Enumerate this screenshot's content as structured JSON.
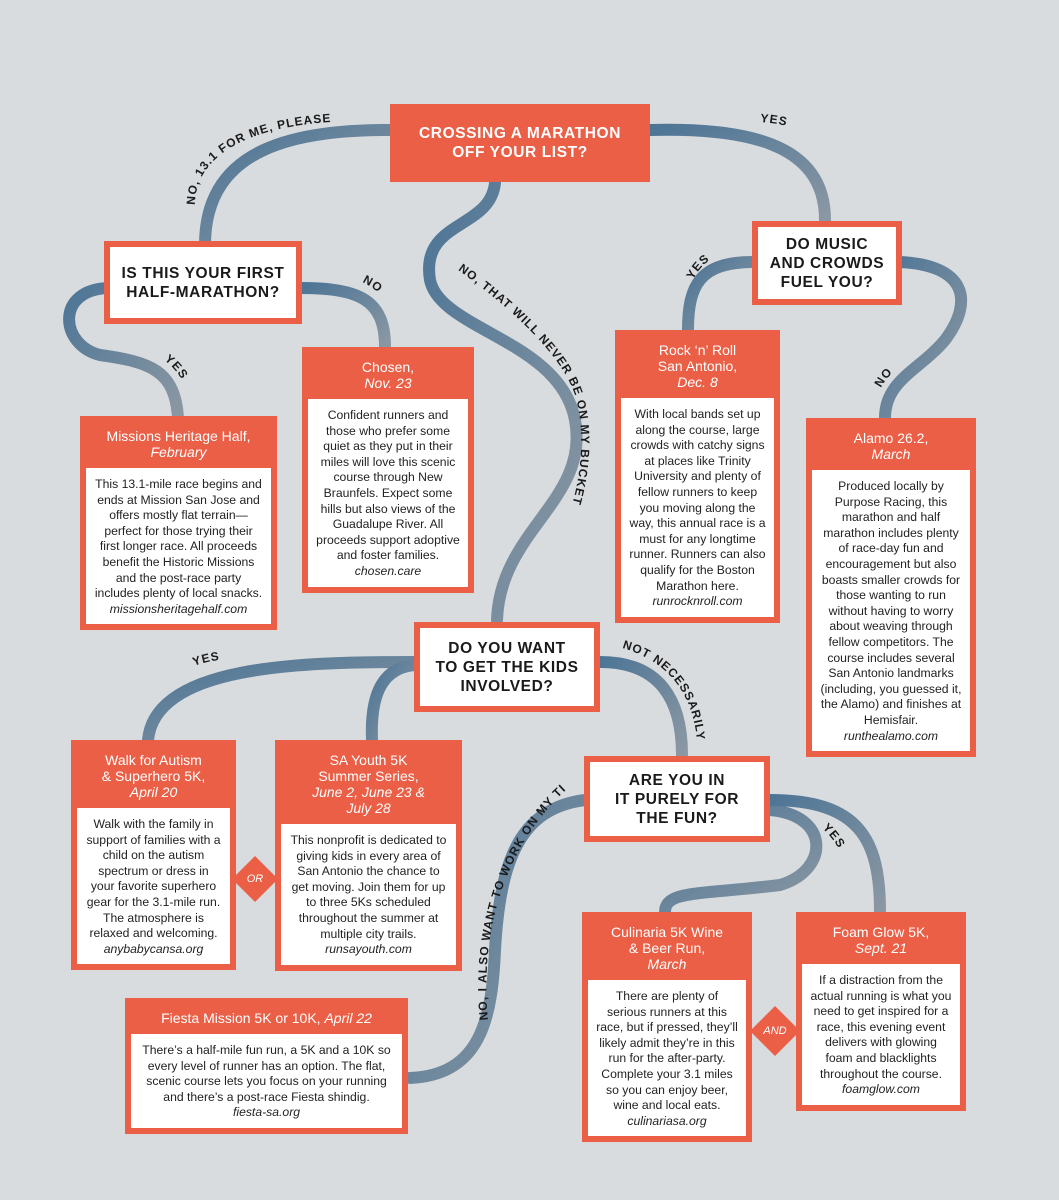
{
  "questions": {
    "marathon": "CROSSING A MARATHON\nOFF YOUR LIST?",
    "first_half": "IS THIS YOUR FIRST\nHALF-MARATHON?",
    "music": "DO MUSIC\nAND CROWDS\nFUEL YOU?",
    "kids": "DO YOU WANT\nTO GET THE KIDS\nINVOLVED?",
    "fun": "ARE YOU IN\nIT PURELY FOR\nTHE FUN?"
  },
  "path_labels": {
    "no_13_1": "NO, 13.1 FOR ME, PLEASE",
    "yes_marathon": "YES",
    "no_never": "NO, THAT WILL NEVER BE ON MY BUCKET LIST",
    "no_first": "NO",
    "yes_first": "YES",
    "yes_music": "YES",
    "no_music": "NO",
    "yes_kids": "YES",
    "not_necessarily": "NOT NECESSARILY",
    "no_work": "NO, I ALSO WANT TO WORK ON MY TIME",
    "yes_fun": "YES"
  },
  "races": {
    "missions": {
      "name": "Missions Heritage Half,",
      "when": "February",
      "desc": "This 13.1-mile race begins and ends at Mission San Jose and offers mostly flat terrain—perfect for those trying their first longer race. All proceeds benefit the Historic Missions and the post-race party includes plenty of local snacks.",
      "url": "missionsheritagehalf.com"
    },
    "chosen": {
      "name": "Chosen,",
      "when": "Nov. 23",
      "desc": "Confident runners and those who prefer some quiet as they put in their miles will love this scenic course through New Braunfels. Expect some hills but also views of the Guadalupe River. All proceeds support adoptive and foster families.",
      "url": "chosen.care"
    },
    "rocknroll": {
      "name": "Rock ‘n’ Roll\nSan Antonio,",
      "when": "Dec. 8",
      "desc": "With local bands set up along the course, large crowds with catchy signs at places like Trinity University and plenty of fellow runners to keep you moving along the way, this annual race is a must for any longtime runner. Runners can also qualify for the Boston Marathon here.",
      "url": "runrocknroll.com"
    },
    "alamo": {
      "name": "Alamo 26.2,",
      "when": "March",
      "desc": "Produced locally by Purpose Racing, this marathon and half marathon includes plenty of race-day fun and encouragement but also boasts smaller crowds for those wanting to run without having to worry about weaving through fellow competitors. The course includes several San Antonio landmarks (including, you guessed it, the Alamo) and finishes at Hemisfair.",
      "url": "runthealamo.com"
    },
    "autism": {
      "name": "Walk for Autism\n& Superhero 5K,",
      "when": "April 20",
      "desc": "Walk with the family in support of families with a child on the autism spectrum or dress in your favorite superhero gear for the 3.1-mile run. The atmosphere is relaxed and welcoming.",
      "url": "anybabycansa.org"
    },
    "sayouth": {
      "name": "SA Youth 5K\nSummer Series,",
      "when": "June 2, June 23 &\nJuly 28",
      "desc": "This nonprofit is dedicated to giving kids in every area of San Antonio the chance to get moving. Join them for up to three 5Ks scheduled throughout the summer at multiple city trails.",
      "url": "runsayouth.com"
    },
    "fiesta": {
      "name": "Fiesta Mission 5K or 10K,",
      "when": "April 22",
      "desc": "There’s a half-mile fun run, a 5K and a 10K so every level of runner has an option. The flat, scenic course lets you focus on your running and there’s a post-race Fiesta shindig.",
      "url": "fiesta-sa.org"
    },
    "culinaria": {
      "name": "Culinaria 5K Wine\n& Beer Run,",
      "when": "March",
      "desc": "There are plenty of serious runners at this race, but if pressed, they’ll likely admit they’re in this run for the after-party. Complete your 3.1 miles so you can enjoy beer, wine and local eats.",
      "url": "culinariasa.org"
    },
    "foamglow": {
      "name": "Foam Glow 5K,",
      "when": "Sept. 21",
      "desc": "If a distraction from the actual running is what you need to get inspired for a race, this evening event delivers with glowing foam and blacklights throughout the course.",
      "url": "foamglow.com"
    }
  },
  "connectors": {
    "or": "OR",
    "and": "AND"
  },
  "colors": {
    "background": "#d9dcde",
    "accent": "#ea5f46",
    "path": "#5f7f97"
  }
}
